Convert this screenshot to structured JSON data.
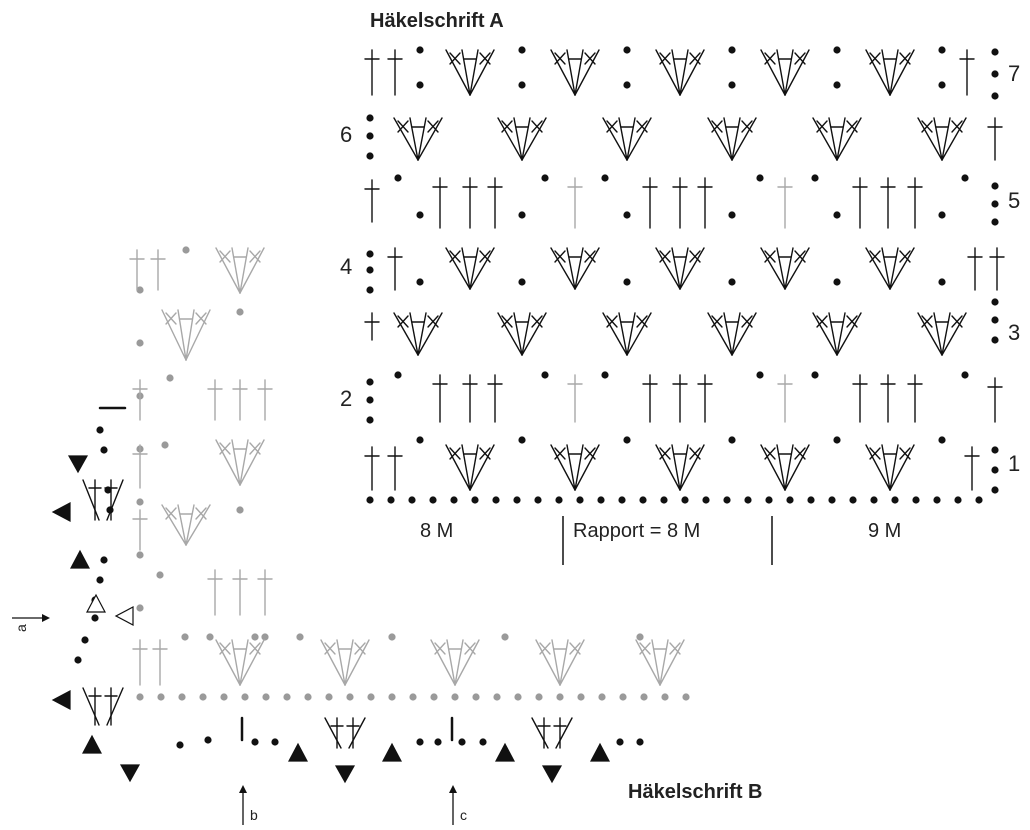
{
  "chart_a": {
    "title": "Häkelschrift A",
    "row_labels": [
      "1",
      "2",
      "3",
      "4",
      "5",
      "6",
      "7"
    ],
    "bottom_left": "8 M",
    "bottom_repeat": "Rapport = 8 M",
    "bottom_right": "9 M"
  },
  "chart_b": {
    "title": "Häkelschrift B",
    "markers": [
      "a",
      "b",
      "c"
    ]
  },
  "colors": {
    "ink": "#111111",
    "grey_ink": "#a8a8a8",
    "grey_dot": "#9a9a9a"
  }
}
